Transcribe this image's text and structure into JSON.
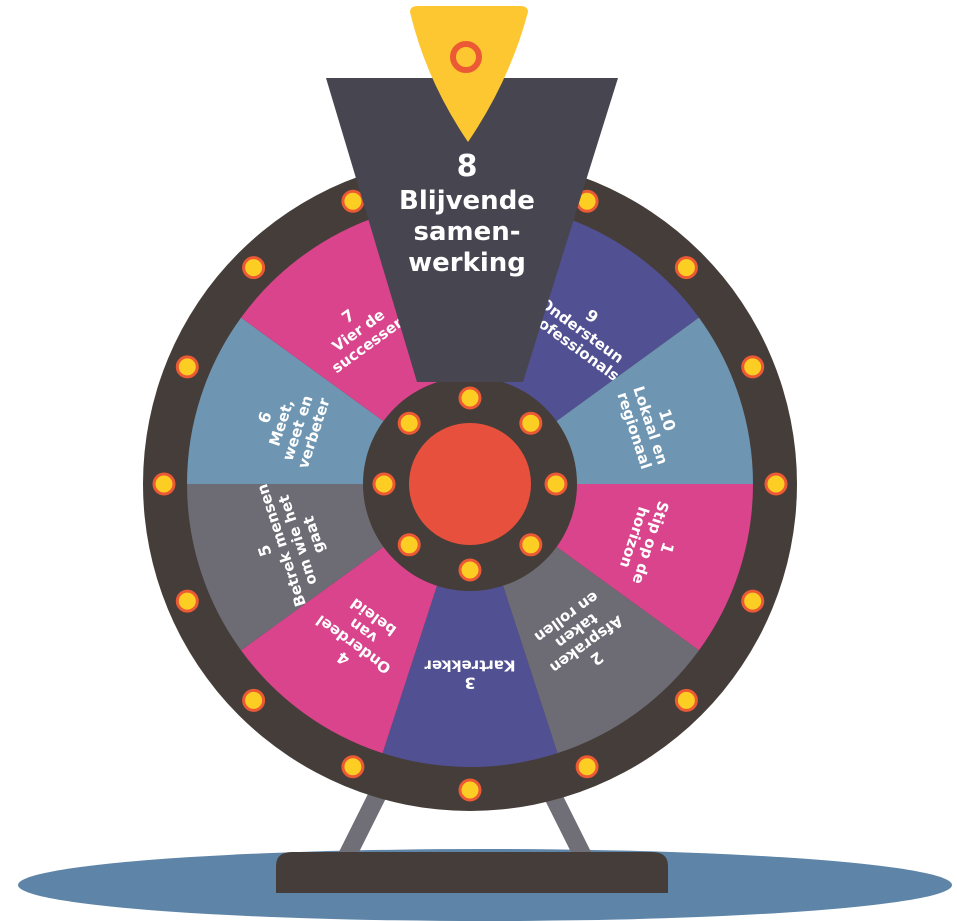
{
  "wheel": {
    "colors": {
      "frame": "#453d39",
      "pointer": "#474550",
      "yellow": "#fcc731",
      "bulb": "#fccd22",
      "bulb_ring": "#eb5a34",
      "center": "#e8503e",
      "floor": "#5e85a8",
      "stand_leg": "#706e76",
      "base": "#453d39"
    },
    "segments": [
      {
        "number": "1",
        "lines": [
          "Stip op de",
          "horizon"
        ],
        "color": "#d9448c"
      },
      {
        "number": "2",
        "lines": [
          "Afspraken",
          "taken",
          "en rollen"
        ],
        "color": "#6d6b74"
      },
      {
        "number": "3",
        "lines": [
          "Kartrekker"
        ],
        "color": "#515093"
      },
      {
        "number": "4",
        "lines": [
          "Onderdeel",
          "van",
          "beleid"
        ],
        "color": "#d9448c"
      },
      {
        "number": "5",
        "lines": [
          "Betrek mensen",
          "om wie het",
          "gaat"
        ],
        "color": "#6d6b74"
      },
      {
        "number": "6",
        "lines": [
          "Meet,",
          "weet en",
          "verbeter"
        ],
        "color": "#6e95b1"
      },
      {
        "number": "7",
        "lines": [
          "Vier de",
          "successen"
        ],
        "color": "#d9448c"
      },
      {
        "number": "8",
        "lines": [
          "Blijvende",
          "samen-",
          "werking"
        ],
        "color": "#474550"
      },
      {
        "number": "9",
        "lines": [
          "Ondersteun",
          "professionals"
        ],
        "color": "#515093"
      },
      {
        "number": "10",
        "lines": [
          "Lokaal en",
          "regionaal"
        ],
        "color": "#6e95b1"
      }
    ],
    "selected": {
      "number": "8",
      "lines": [
        "Blijvende",
        "samen-",
        "werking"
      ]
    }
  }
}
